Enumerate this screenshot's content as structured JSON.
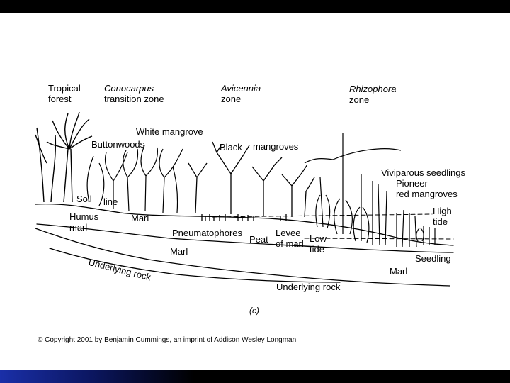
{
  "zones": {
    "tropical": [
      "Tropical",
      "forest"
    ],
    "conocarpus": [
      "Conocarpus",
      "transition zone"
    ],
    "avicennia": [
      "Avicennia",
      "zone"
    ],
    "rhizophora": [
      "Rhizophora",
      "zone"
    ]
  },
  "labels": {
    "white_mangrove": "White mangrove",
    "buttonwoods": "Buttonwoods",
    "black": "Black",
    "mangroves": "mangroves",
    "viviparous": "Viviparous seedlings",
    "pioneer": [
      "Pioneer",
      "red mangroves"
    ],
    "high_tide": [
      "High",
      "tide"
    ],
    "soil": "Soil",
    "line": "line",
    "humus_marl": [
      "Humus",
      "marl"
    ],
    "marl_upper": "Marl",
    "pneumatophores": "Pneumatophores",
    "peat": "Peat",
    "levee": [
      "Levee",
      "of marl"
    ],
    "low_tide": [
      "Low",
      "tide"
    ],
    "seedling": "Seedling",
    "marl_middle": "Marl",
    "marl_right": "Marl",
    "underlying_rock_left": "Underlying rock",
    "underlying_rock_bottom": "Underlying rock"
  },
  "panel_label": "(c)",
  "copyright": "© Copyright 2001 by Benjamin Cummings, an imprint of Addison Wesley Longman."
}
